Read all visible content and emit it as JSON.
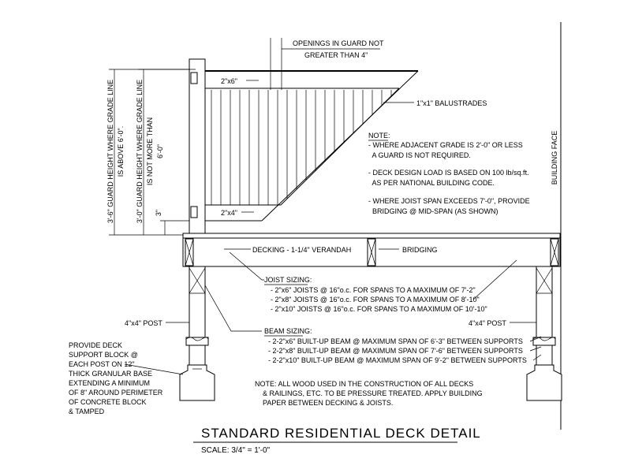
{
  "drawing": {
    "title": "STANDARD RESIDENTIAL DECK DETAIL",
    "scale": "SCALE: 3/4\" = 1'-0\"",
    "building_face": "BUILDING FACE",
    "openings_line1": "OPENINGS IN GUARD NOT",
    "openings_line2": "GREATER THAN 4\"",
    "top_rail": "2\"x6\"",
    "bottom_rail": "2\"x4\"",
    "balustrades": "1\"x1\" BALUSTRADES",
    "height_3_6_line1": "3'-6\" GUARD HEIGHT WHERE GRADE LINE",
    "height_3_6_line2": "IS ABOVE 6'-0\".",
    "height_3_0_line1": "3'-0\" GUARD HEIGHT WHERE GRADE LINE",
    "height_3_0_line2": "IS NOT MORE THAN",
    "height_3_0_line3": "6'-0\"",
    "gap_3": "3\"",
    "decking": "DECKING - 1-1/4\" VERANDAH",
    "bridging": "BRIDGING",
    "post_left": "4\"x4\" POST",
    "post_right": "4\"x4\" POST"
  },
  "notes_right": {
    "heading": "NOTE:",
    "lines": [
      "- WHERE ADJACENT GRADE IS 2'-0\" OR LESS",
      "  A GUARD IS NOT REQUIRED.",
      "- DECK DESIGN LOAD IS BASED ON 100 lb/sq.ft.",
      "  AS PER NATIONAL BUILDING CODE.",
      "- WHERE JOIST SPAN EXCEEDS 7'-0\", PROVIDE",
      "  BRIDGING @ MID-SPAN (AS SHOWN)"
    ]
  },
  "joist_sizing": {
    "heading": "JOIST SIZING:",
    "lines": [
      "- 2\"x6\" JOISTS @ 16\"o.c. FOR SPANS TO A MAXIMUM OF 7'-2\"",
      "- 2\"x8\" JOISTS @ 16\"o.c. FOR SPANS TO A MAXIMUM OF 8'-10\"",
      "- 2\"x10\" JOISTS @ 16\"o.c. FOR SPANS TO A MAXIMUM OF 10'-10\""
    ]
  },
  "beam_sizing": {
    "heading": "BEAM SIZING:",
    "lines": [
      "- 2-2\"x6\" BUILT-UP BEAM @ MAXIMUM SPAN OF 6'-3\" BETWEEN SUPPORTS",
      "- 2-2\"x8\" BUILT-UP BEAM @ MAXIMUM SPAN OF 7'-6\" BETWEEN SUPPORTS",
      "- 2-2\"x10\" BUILT-UP BEAM @ MAXIMUM SPAN OF 9'-2\" BETWEEN SUPPORTS"
    ]
  },
  "support_block": {
    "lines": [
      "PROVIDE DECK",
      "SUPPORT BLOCK @",
      "EACH POST ON 12\"",
      "THICK GRANULAR BASE",
      "EXTENDING A MINIMUM",
      "OF 8\" AROUND PERIMETER",
      "OF CONCRETE BLOCK",
      "& TAMPED"
    ]
  },
  "note_bottom": {
    "lines": [
      "NOTE: ALL WOOD USED IN THE CONSTRUCTION OF ALL DECKS",
      "& RAILINGS, ETC. TO BE PRESSURE TREATED. APPLY BUILDING",
      "PAPER BETWEEN DECKING & JOISTS."
    ]
  }
}
